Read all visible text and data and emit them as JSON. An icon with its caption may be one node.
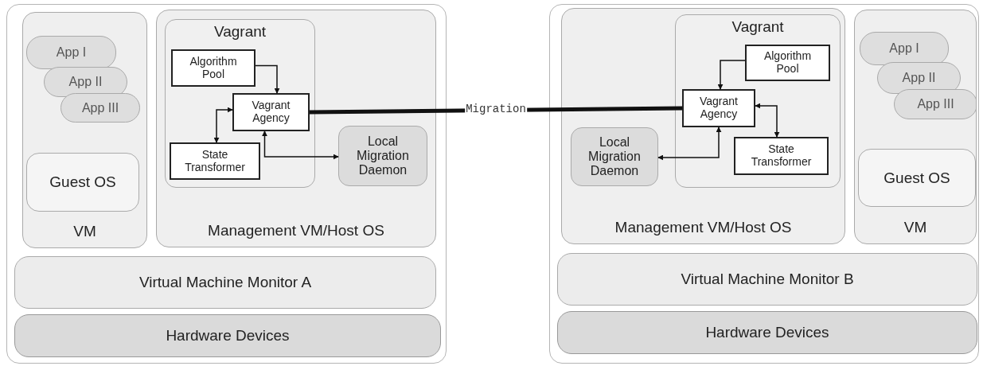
{
  "diagram": {
    "nodes": [
      {
        "text": [],
        "shape": "box"
      },
      {
        "text": [
          "VM"
        ],
        "in": 0
      },
      {
        "text": [
          "App I"
        ],
        "in": 1
      },
      {
        "text": [
          "App II"
        ],
        "in": 1
      },
      {
        "text": [
          "App III"
        ],
        "in": 1
      },
      {
        "text": [
          "Guest OS"
        ],
        "in": 1
      },
      {
        "text": [
          "Management VM/Host OS"
        ],
        "in": 0
      },
      {
        "text": [
          "Vagrant"
        ],
        "in": 6
      },
      {
        "text": [
          "Algorithm Pool"
        ],
        "in": 7
      },
      {
        "text": [
          "Vagrant Agency"
        ],
        "in": 7
      },
      {
        "text": [
          "State Transformer"
        ],
        "in": 7
      },
      {
        "text": [
          "Local Migration Daemon"
        ],
        "in": 6
      },
      {
        "text": [
          "Virtual Machine Monitor A"
        ],
        "in": 0
      },
      {
        "text": [
          "Hardware Devices"
        ],
        "in": 0
      },
      {
        "text": [],
        "shape": "box"
      },
      {
        "text": [
          "Management VM/Host OS"
        ],
        "in": 14
      },
      {
        "text": [
          "Vagrant"
        ],
        "in": 15
      },
      {
        "text": [
          "Algorithm Pool"
        ],
        "in": 16
      },
      {
        "text": [
          "Vagrant Agency"
        ],
        "in": 16
      },
      {
        "text": [
          "State Transformer"
        ],
        "in": 16
      },
      {
        "text": [
          "Local Migration Daemon"
        ],
        "in": 15
      },
      {
        "text": [
          "VM"
        ],
        "in": 14
      },
      {
        "text": [
          "App I"
        ],
        "in": 21
      },
      {
        "text": [
          "App II"
        ],
        "in": 21
      },
      {
        "text": [
          "App III"
        ],
        "in": 21
      },
      {
        "text": [
          "Guest OS"
        ],
        "in": 21
      },
      {
        "text": [
          "Virtual Machine Monitor B"
        ],
        "in": 14
      },
      {
        "text": [
          "Hardware Devices"
        ],
        "in": 14
      }
    ],
    "edges": [
      {
        "from": 8,
        "to": 9,
        "arrow": "to"
      },
      {
        "from": 9,
        "to": 10,
        "arrow": "both"
      },
      {
        "from": 9,
        "to": 11,
        "arrow": "both"
      },
      {
        "from": 9,
        "to": 18,
        "arrow": "none",
        "style": "thick",
        "label": "Migration"
      },
      {
        "from": 17,
        "to": 18,
        "arrow": "to"
      },
      {
        "from": 18,
        "to": 19,
        "arrow": "both"
      },
      {
        "from": 18,
        "to": 20,
        "arrow": "both"
      }
    ]
  }
}
